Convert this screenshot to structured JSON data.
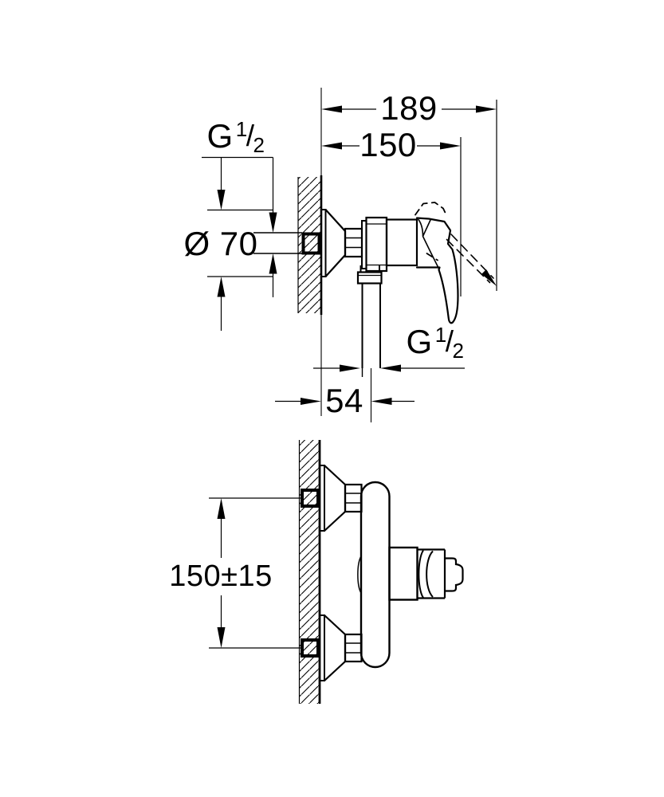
{
  "page": {
    "background": "#ffffff",
    "line_color": "#000000",
    "text_color": "#000000"
  },
  "side_view": {
    "dimensions": {
      "total_depth": "189",
      "body_depth": "150",
      "escutcheon_diameter": "Ø 70",
      "outlet_offset": "54"
    },
    "thread_labels": {
      "inlet": {
        "letter": "G",
        "numerator": "1",
        "slash": "/",
        "denominator": "2"
      },
      "outlet": {
        "letter": "G",
        "numerator": "1",
        "slash": "/",
        "denominator": "2"
      }
    }
  },
  "front_view": {
    "dimensions": {
      "connection_spacing": "150±15"
    }
  }
}
